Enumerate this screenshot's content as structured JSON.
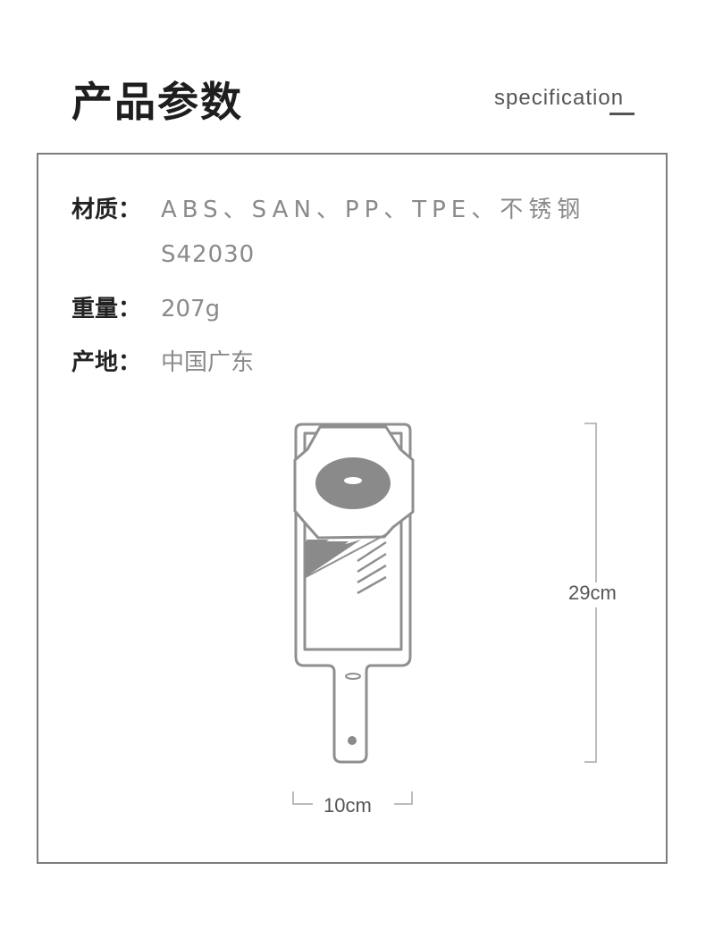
{
  "header": {
    "title": "产品参数",
    "subtitle": "specification"
  },
  "specs": [
    {
      "label": "材质：",
      "value_line1": "ABS、SAN、PP、TPE、不锈钢",
      "value_line2": "S42030"
    },
    {
      "label": "重量：",
      "value_line1": "207g"
    },
    {
      "label": "产地：",
      "value_line1": "中国广东"
    }
  ],
  "dimensions": {
    "height": "29cm",
    "width": "10cm"
  }
}
